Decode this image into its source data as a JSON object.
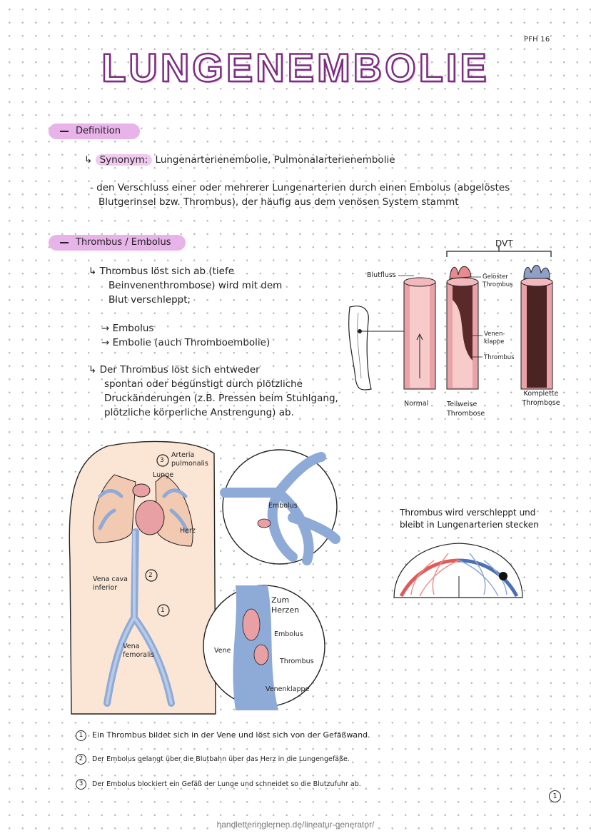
{
  "corner_mark": "PFH 16",
  "title": "LUNGENEMBOLIE",
  "sections": {
    "definition": {
      "heading": "Definition",
      "synonym_label": "Synonym:",
      "synonym_text": "Lungenarterienembolie, Pulmonalarterienembolie",
      "text_line1": "den Verschluss einer oder mehrerer Lungenarterien durch einen Embolus (abgelöstes",
      "text_line2": "Blutgerinsel bzw. Thrombus), der häufig aus dem venösen System stammt"
    },
    "thrombus": {
      "heading": "Thrombus / Embolus",
      "line1": "Thrombus löst sich ab (tiefe",
      "line2": "Beinvenenthrombose) wird mit dem",
      "line3": "Blut verschleppt;",
      "arrow1": "Embolus",
      "arrow2": "Embolie (auch Thromboembolie)",
      "line4": "Der Thrombus löst sich entweder",
      "line5": "spontan oder begünstigt durch plötzliche",
      "line6": "Druckänderungen (z.B. Pressen beim Stuhlgang,",
      "line7": "plötzliche körperliche Anstrengung) ab."
    }
  },
  "dvt_diagram": {
    "bracket_label": "DVT",
    "blutfluss": "Blutfluss",
    "geloester": "Gelöster Thrombus",
    "venenklappe": "Venen-klappe",
    "thrombus": "Thrombus",
    "normal": "Normal",
    "teilweise": "Teilweise Thrombose",
    "komplette": "Komplette Thrombose"
  },
  "body_diagram": {
    "arteria": "Arteria pulmonalis",
    "lunge": "Lunge",
    "herz": "Herz",
    "vena_cava": "Vena cava inferior",
    "vena_femoralis": "Vena femoralis",
    "num1": "1",
    "num2": "2",
    "num3": "3",
    "embolus_top": "Embolus",
    "zum_herzen": "Zum Herzen",
    "embolus_bottom": "Embolus",
    "thrombus_bottom": "Thrombus",
    "vene": "Vene",
    "venenklappe": "Venenklappe"
  },
  "lung_diagram": {
    "caption_line1": "Thrombus wird verschleppt und",
    "caption_line2": "bleibt in Lungenarterien stecken"
  },
  "steps": [
    {
      "num": "1",
      "text": "Ein Thrombus bildet sich in der Vene und löst sich von der Gefäßwand."
    },
    {
      "num": "2",
      "text": "Der Embolus gelangt über die Blutbahn über das Herz in die Lungengefäße."
    },
    {
      "num": "3",
      "text": "Der Embolus blockiert ein Gefäß der Lunge und schneidet so die Blutzufuhr ab."
    }
  ],
  "page_number": "1",
  "footer": "handletteringlernen.de/lineatur-generator/",
  "colors": {
    "title_stroke": "#7b2d80",
    "highlight": "#e7b3e9",
    "vein_blue": "#8eaad6",
    "pink": "#e9a0a4",
    "skin": "#fbe6d6"
  }
}
